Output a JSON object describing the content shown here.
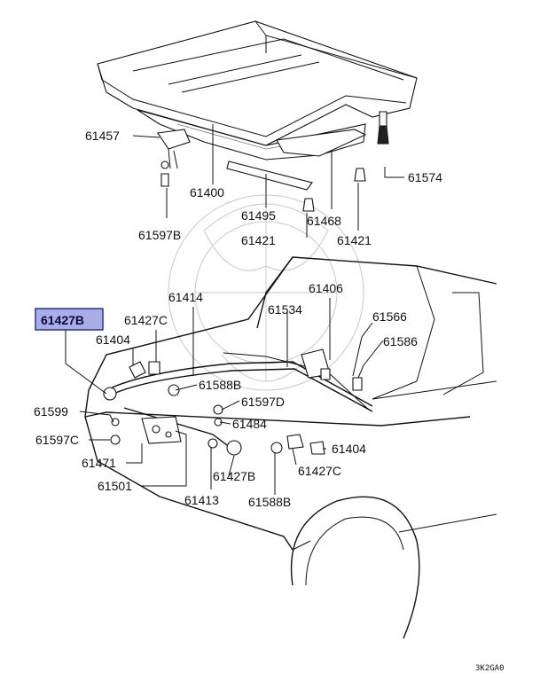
{
  "diagram": {
    "highlighted_part": "61427B",
    "footer_code": "3K2GA0",
    "callouts": [
      "61457",
      "61400",
      "61574",
      "61495",
      "61597B",
      "61468",
      "61421",
      "61421",
      "61414",
      "61406",
      "61427C",
      "61534",
      "61566",
      "61404",
      "61586",
      "61588B",
      "61597D",
      "61599",
      "61484",
      "61597C",
      "61471",
      "61404",
      "61427C",
      "61501",
      "61413",
      "61427B",
      "61588B"
    ]
  }
}
